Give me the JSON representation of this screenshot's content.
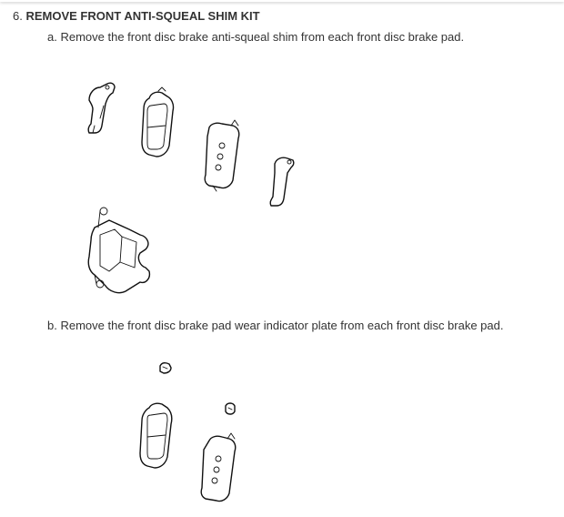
{
  "procedure": {
    "step_number": "6.",
    "title": "REMOVE FRONT ANTI-SQUEAL SHIM KIT"
  },
  "substeps": {
    "a": "a. Remove the front disc brake anti-squeal shim from each front disc brake pad.",
    "b": "b. Remove the front disc brake pad wear indicator plate from each front disc brake pad."
  }
}
